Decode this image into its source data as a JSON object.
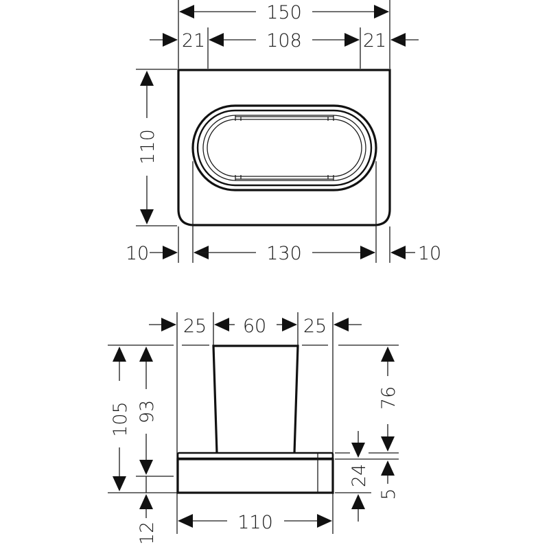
{
  "drawing": {
    "type": "technical-dimension-drawing",
    "units": "mm",
    "line_color": "#111111",
    "background": "#ffffff"
  },
  "top_view": {
    "overall_width": "150",
    "left_margin": "21",
    "inner_width": "108",
    "right_margin": "21",
    "height": "110",
    "bottom_left_offset": "10",
    "bottom_width": "130",
    "bottom_right_offset": "10"
  },
  "side_view": {
    "left_margin": "25",
    "cup_width": "60",
    "right_margin": "25",
    "total_height": "105",
    "cup_height_from_base": "93",
    "cup_height": "76",
    "base_height": "24",
    "shelf_thickness": "5",
    "wall_offset": "12",
    "base_width": "110"
  }
}
